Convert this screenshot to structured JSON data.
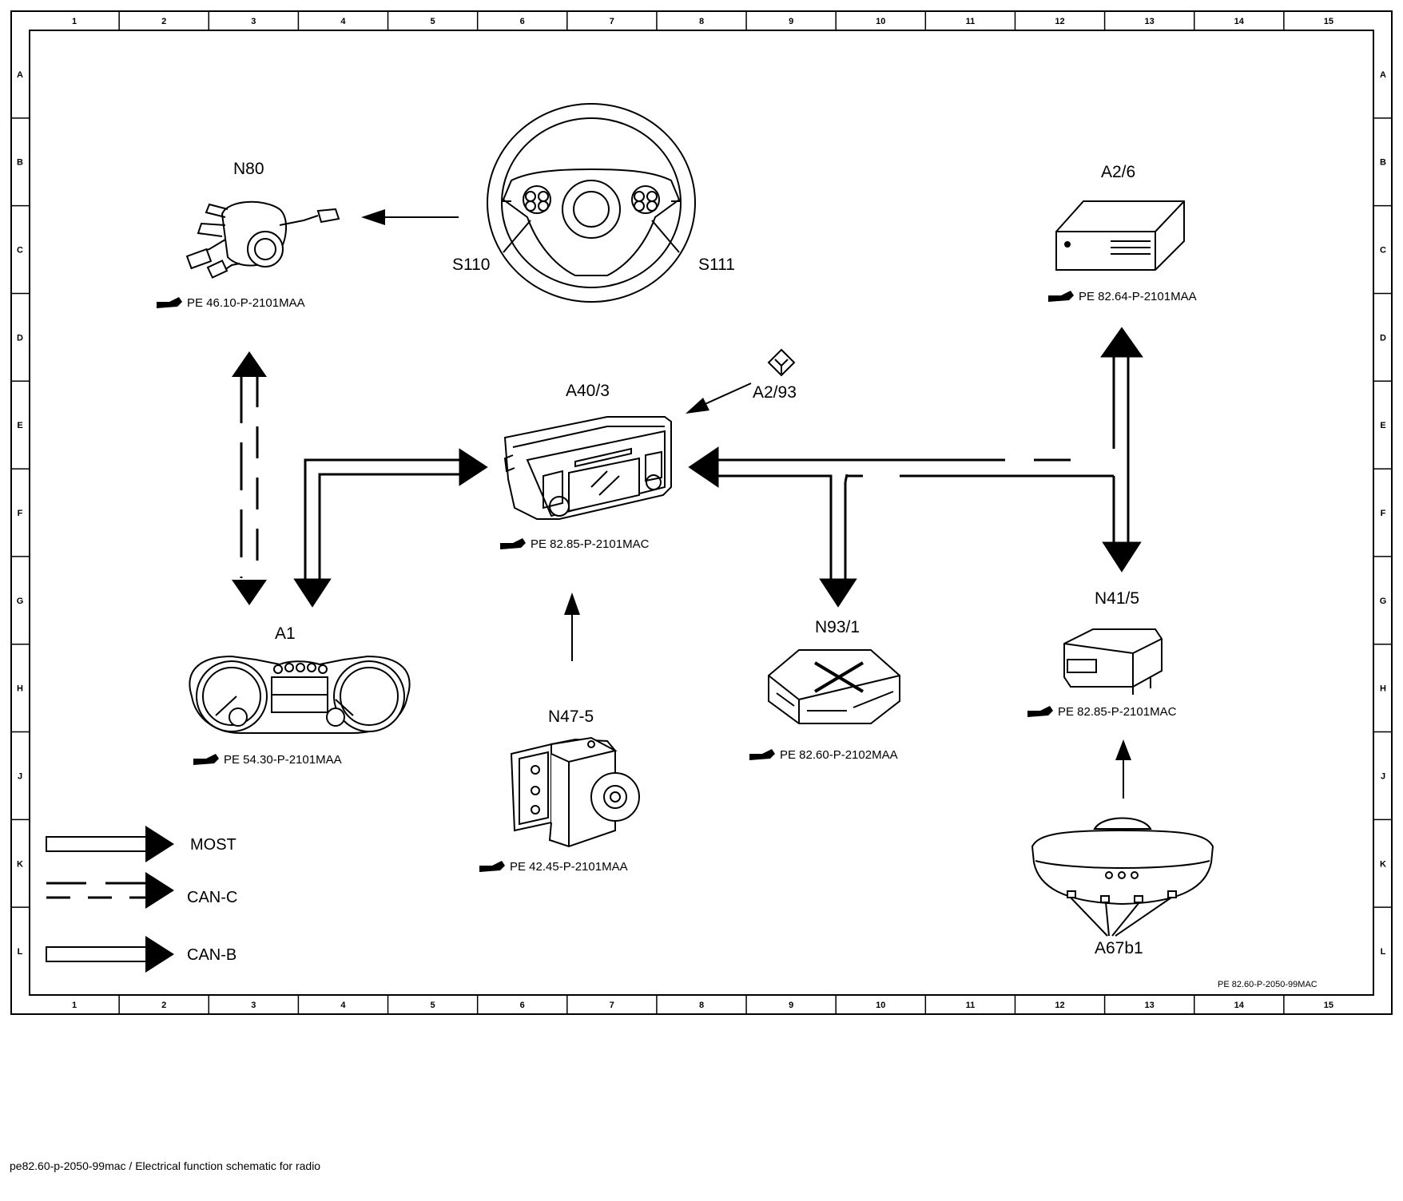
{
  "frame": {
    "columns": [
      "1",
      "2",
      "3",
      "4",
      "5",
      "6",
      "7",
      "8",
      "9",
      "10",
      "11",
      "12",
      "13",
      "14",
      "15"
    ],
    "rows": [
      "A",
      "B",
      "C",
      "D",
      "E",
      "F",
      "G",
      "H",
      "J",
      "K",
      "L"
    ]
  },
  "components": {
    "n80": {
      "label": "N80",
      "ref": "PE 46.10-P-2101MAA"
    },
    "s110": {
      "label": "S110"
    },
    "s111": {
      "label": "S111"
    },
    "a2_6": {
      "label": "A2/6",
      "ref": "PE 82.64-P-2101MAA"
    },
    "a40_3": {
      "label": "A40/3",
      "ref": "PE 82.85-P-2101MAC"
    },
    "a2_93": {
      "label": "A2/93"
    },
    "a1": {
      "label": "A1",
      "ref": "PE 54.30-P-2101MAA"
    },
    "n47_5": {
      "label": "N47-5",
      "ref": "PE 42.45-P-2101MAA"
    },
    "n93_1": {
      "label": "N93/1",
      "ref": "PE 82.60-P-2102MAA"
    },
    "n41_5": {
      "label": "N41/5",
      "ref": "PE 82.85-P-2101MAC"
    },
    "a67b1": {
      "label": "A67b1"
    }
  },
  "legend": {
    "most": "MOST",
    "can_c": "CAN-C",
    "can_b": "CAN-B"
  },
  "drawing_id": "PE 82.60-P-2050-99MAC",
  "caption": "pe82.60-p-2050-99mac / Electrical function schematic for radio"
}
